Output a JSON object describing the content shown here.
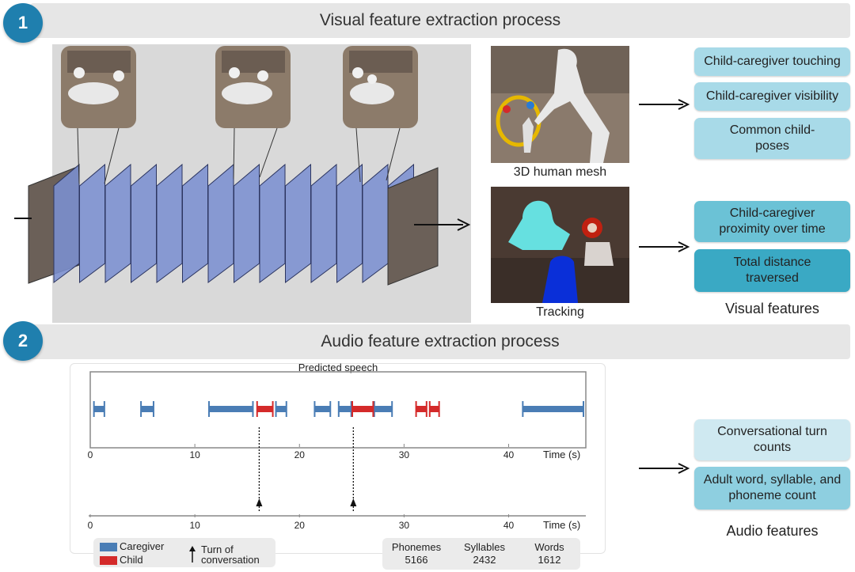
{
  "section1": {
    "number": "1",
    "title": "Visual feature extraction process"
  },
  "section2": {
    "number": "2",
    "title": "Audio feature extraction process"
  },
  "visual": {
    "mesh_caption": "3D human mesh",
    "tracking_caption": "Tracking",
    "features_label": "Visual features",
    "features": [
      "Child-caregiver touching",
      "Child-caregiver visibility",
      "Common child-poses",
      "Child-caregiver proximity over time",
      "Total distance traversed"
    ]
  },
  "audio": {
    "chart_title": "Predicted speech",
    "axis_label": "Time (s)",
    "features_label": "Audio features",
    "features": [
      "Conversational turn counts",
      "Adult word, syllable, and phoneme count"
    ],
    "legend": {
      "caregiver": "Caregiver",
      "child": "Child",
      "turn": "Turn of conversation"
    },
    "counts": [
      {
        "label": "Phonemes",
        "value": "5166"
      },
      {
        "label": "Syllables",
        "value": "2432"
      },
      {
        "label": "Words",
        "value": "1612"
      }
    ]
  },
  "colors": {
    "caregiver": "#4a7db5",
    "child": "#d42a2a",
    "accent": "#1f7fae",
    "frame": "#7b8fd0"
  },
  "chart_data": {
    "type": "timeline",
    "title": "Predicted speech",
    "xlabel": "Time (s)",
    "xlim": [
      0,
      47
    ],
    "xticks": [
      0,
      10,
      20,
      30,
      40
    ],
    "series": [
      {
        "name": "Caregiver",
        "segments": [
          [
            0.2,
            1.2
          ],
          [
            4.7,
            5.9
          ],
          [
            11.2,
            15.4
          ],
          [
            17.6,
            18.6
          ],
          [
            21.3,
            22.8
          ],
          [
            23.6,
            24.8
          ],
          [
            27.0,
            28.7
          ],
          [
            41.2,
            47.0
          ]
        ]
      },
      {
        "name": "Child",
        "segments": [
          [
            15.8,
            17.3
          ],
          [
            24.9,
            26.9
          ],
          [
            31.0,
            32.0
          ],
          [
            32.3,
            33.2
          ]
        ]
      }
    ],
    "turns": [
      16.0,
      25.0
    ]
  }
}
